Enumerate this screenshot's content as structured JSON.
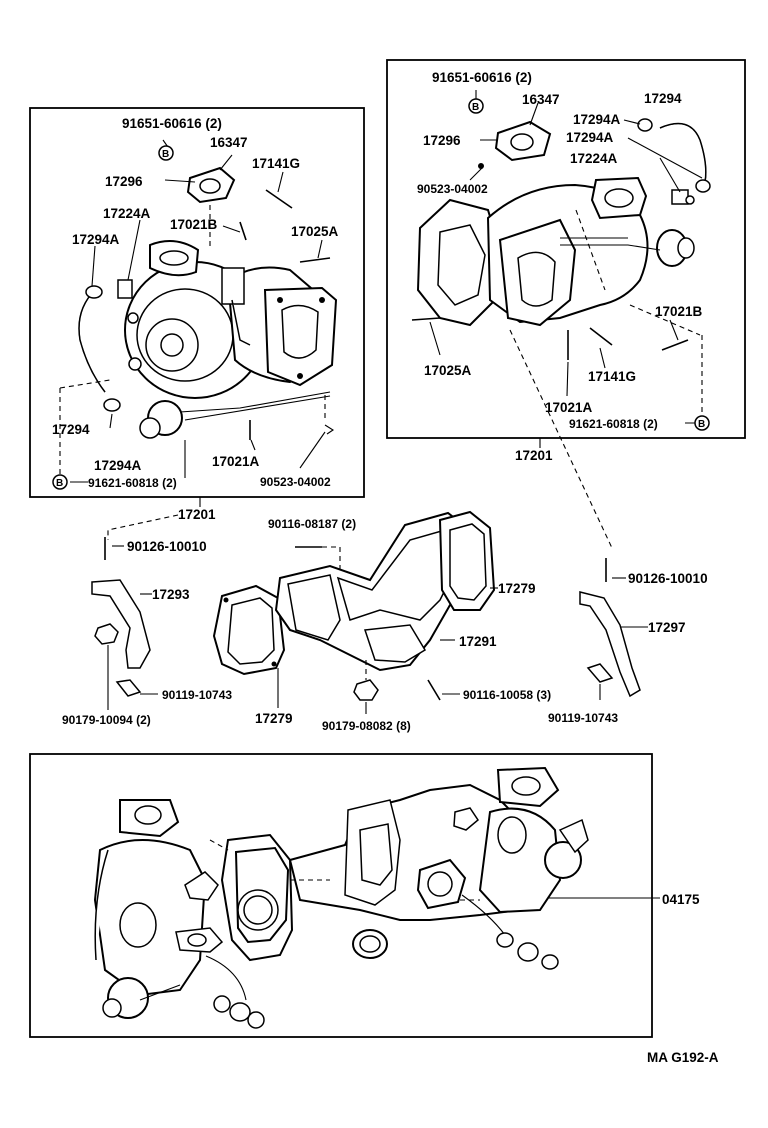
{
  "callouts": {
    "left_91651": "91651-60616 (2)",
    "left_16347": "16347",
    "left_17296": "17296",
    "left_17141G": "17141G",
    "left_17224A": "17224A",
    "left_17021B": "17021B",
    "left_17025A": "17025A",
    "left_17294A_top": "17294A",
    "left_17294": "17294",
    "left_17294A_bottom": "17294A",
    "left_17021A": "17021A",
    "left_90523": "90523-04002",
    "left_91621": "91621-60818 (2)",
    "left_17201": "17201",
    "right_91651": "91651-60616 (2)",
    "right_16347": "16347",
    "right_17294A_a": "17294A",
    "right_17294": "17294",
    "right_17296": "17296",
    "right_17294A_b": "17294A",
    "right_17224A": "17224A",
    "right_90523": "90523-04002",
    "right_17021B": "17021B",
    "right_17025A": "17025A",
    "right_17141G": "17141G",
    "right_17021A": "17021A",
    "right_91621": "91621-60818 (2)",
    "right_17201": "17201",
    "mid_90126_left": "90126-10010",
    "mid_90116_08187": "90116-08187 (2)",
    "mid_17293": "17293",
    "mid_17279_right": "17279",
    "mid_90126_right": "90126-10010",
    "mid_17297": "17297",
    "mid_17291": "17291",
    "mid_90119_left": "90119-10743",
    "mid_90116_10058": "90116-10058 (3)",
    "mid_90119_right": "90119-10743",
    "mid_90179_10094": "90179-10094 (2)",
    "mid_17279_left": "17279",
    "mid_90179_08082": "90179-08082 (8)",
    "assembly_04175": "04175",
    "footer_code": "MA  G192-A"
  },
  "markers": {
    "b": "B"
  }
}
